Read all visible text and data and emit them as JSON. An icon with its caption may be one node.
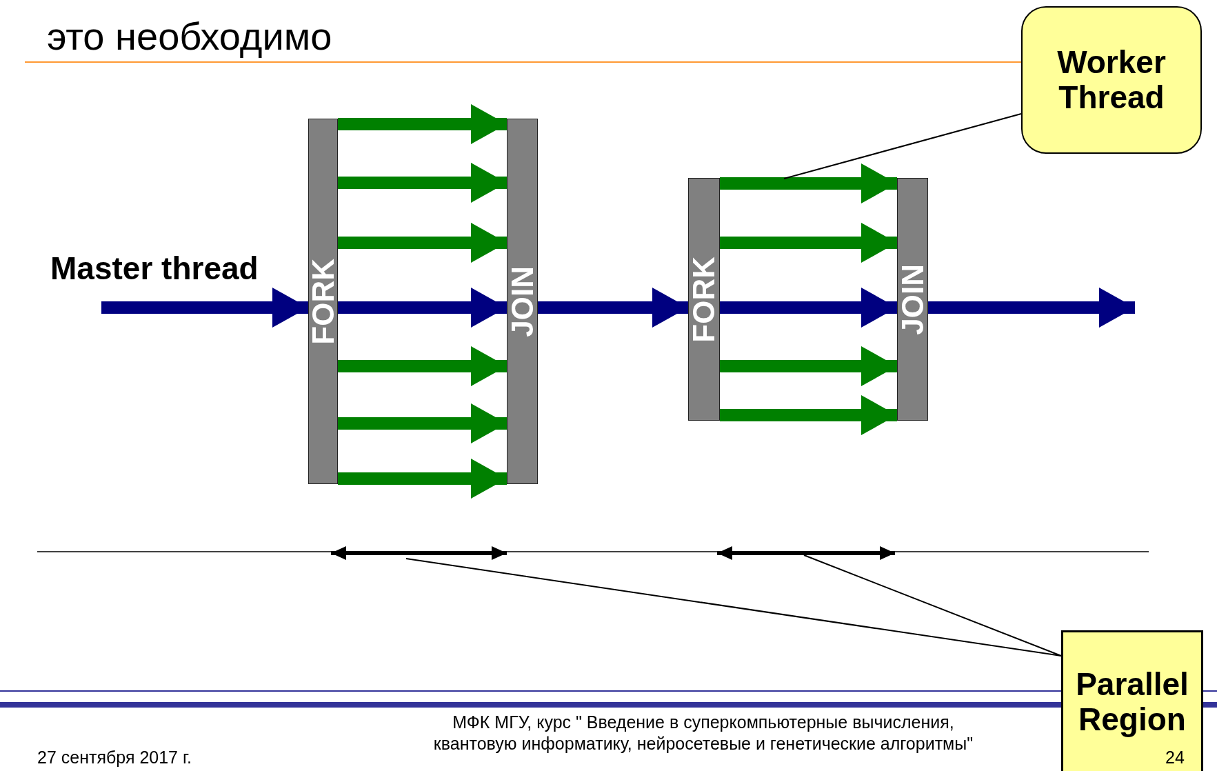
{
  "diagram": {
    "title": "это необходимо",
    "nodes": [
      {
        "text": [
          "FORK"
        ]
      },
      {
        "text": [
          "JOIN"
        ]
      },
      {
        "text": [
          "FORK"
        ]
      },
      {
        "text": [
          "JOIN"
        ]
      },
      {
        "text": [
          "Worker Thread"
        ]
      },
      {
        "text": [
          "Parallel Region"
        ]
      }
    ],
    "edges": [
      {
        "from": null,
        "to": 0,
        "arrow": "to",
        "color": "#000080"
      },
      {
        "from": 0,
        "to": 1,
        "arrow": "to"
      },
      {
        "from": 0,
        "to": 1,
        "arrow": "to"
      },
      {
        "from": 0,
        "to": 1,
        "arrow": "to"
      },
      {
        "from": 0,
        "to": 1,
        "arrow": "to",
        "color": "#000080"
      },
      {
        "from": 0,
        "to": 1,
        "arrow": "to"
      },
      {
        "from": 0,
        "to": 1,
        "arrow": "to"
      },
      {
        "from": 0,
        "to": 1,
        "arrow": "to"
      },
      {
        "from": 1,
        "to": 2,
        "arrow": "to",
        "color": "#000080"
      },
      {
        "from": 2,
        "to": 3,
        "arrow": "to"
      },
      {
        "from": 2,
        "to": 3,
        "arrow": "to"
      },
      {
        "from": 2,
        "to": 3,
        "arrow": "to",
        "color": "#000080"
      },
      {
        "from": 2,
        "to": 3,
        "arrow": "to"
      },
      {
        "from": 2,
        "to": 3,
        "arrow": "to"
      },
      {
        "from": 3,
        "to": null,
        "arrow": "to",
        "color": "#000080"
      },
      {
        "from": 4,
        "to": null,
        "arrow": "none",
        "color": "#000000"
      },
      {
        "from": 5,
        "to": null,
        "arrow": "none",
        "color": "#000000"
      },
      {
        "from": 5,
        "to": null,
        "arrow": "none",
        "color": "#000000"
      }
    ],
    "labels": [
      "Master thread",
      "МФК МГУ, курс \" Введение в суперкомпьютерные вычисления, квантовую информатику, нейросетевые и генетические алгоритмы\"",
      "27 сентября 2017 г.",
      "24"
    ]
  }
}
